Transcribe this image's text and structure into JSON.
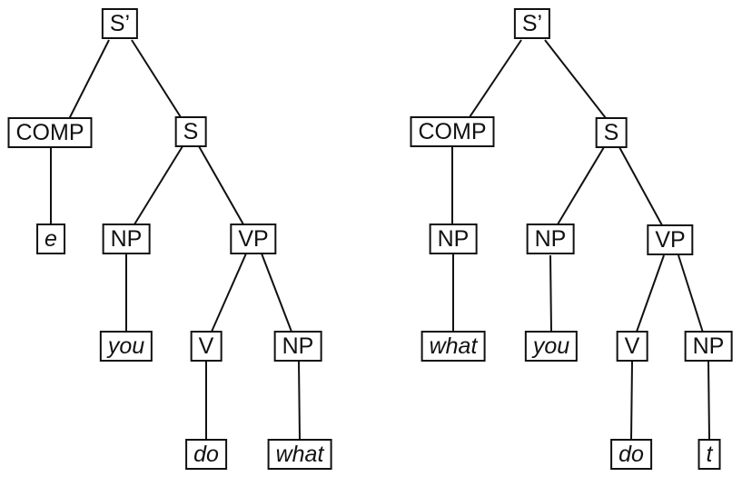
{
  "figure": {
    "trees": [
      {
        "id": "left-tree",
        "nodes": {
          "sbar": "S’",
          "comp": "COMP",
          "s": "S",
          "e": "e",
          "np_subj": "NP",
          "vp": "VP",
          "you": "you",
          "v": "V",
          "np_obj": "NP",
          "do": "do",
          "what": "what"
        },
        "edges": [
          [
            "sbar",
            "comp"
          ],
          [
            "sbar",
            "s"
          ],
          [
            "comp",
            "e"
          ],
          [
            "s",
            "np_subj"
          ],
          [
            "s",
            "vp"
          ],
          [
            "np_subj",
            "you"
          ],
          [
            "vp",
            "v"
          ],
          [
            "vp",
            "np_obj"
          ],
          [
            "v",
            "do"
          ],
          [
            "np_obj",
            "what"
          ]
        ]
      },
      {
        "id": "right-tree",
        "nodes": {
          "sbar": "S’",
          "comp": "COMP",
          "s": "S",
          "np_comp": "NP",
          "np_subj": "NP",
          "vp": "VP",
          "what": "what",
          "you": "you",
          "v": "V",
          "np_obj": "NP",
          "do": "do",
          "t": "t"
        },
        "edges": [
          [
            "sbar",
            "comp"
          ],
          [
            "sbar",
            "s"
          ],
          [
            "comp",
            "np_comp"
          ],
          [
            "np_comp",
            "what"
          ],
          [
            "s",
            "np_subj"
          ],
          [
            "s",
            "vp"
          ],
          [
            "np_subj",
            "you"
          ],
          [
            "vp",
            "v"
          ],
          [
            "vp",
            "np_obj"
          ],
          [
            "v",
            "do"
          ],
          [
            "np_obj",
            "t"
          ]
        ]
      }
    ],
    "colors": {
      "line": "#111111",
      "background": "#ffffff",
      "text": "#111111"
    }
  }
}
